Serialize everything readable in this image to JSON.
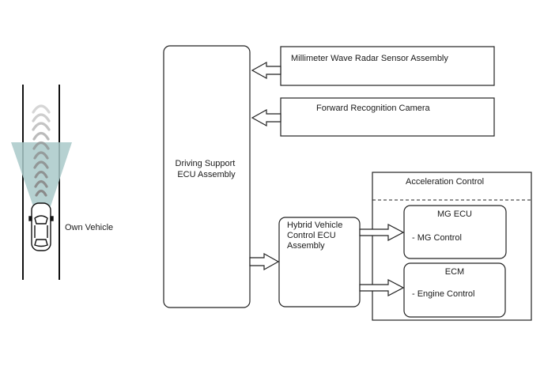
{
  "own_vehicle_label": "Own Vehicle",
  "blocks": {
    "radar": "Millimeter Wave Radar Sensor Assembly",
    "camera": "Forward Recognition Camera",
    "ecu": [
      "Driving Support",
      "ECU Assembly"
    ],
    "hybrid": [
      "Hybrid Vehicle",
      "Control ECU",
      "Assembly"
    ],
    "accel_group": "Acceleration Control",
    "mg_ecu": {
      "title": "MG ECU",
      "item": "- MG Control"
    },
    "ecm": {
      "title": "ECM",
      "item": "- Engine Control"
    }
  },
  "colors": {
    "sensor_beam": "#a9c9c9",
    "wave": "#8a8a8a",
    "stroke": "#222222"
  }
}
